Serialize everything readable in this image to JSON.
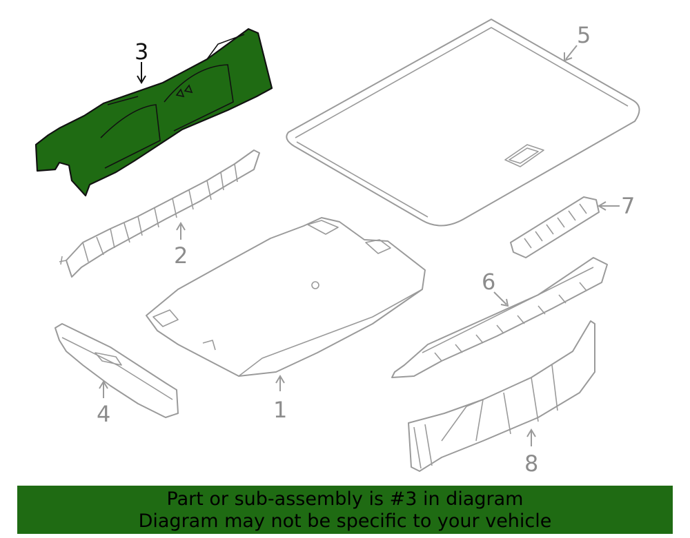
{
  "diagram": {
    "callouts": [
      {
        "id": "1",
        "label": "1",
        "highlighted": false
      },
      {
        "id": "2",
        "label": "2",
        "highlighted": false
      },
      {
        "id": "3",
        "label": "3",
        "highlighted": true
      },
      {
        "id": "4",
        "label": "4",
        "highlighted": false
      },
      {
        "id": "5",
        "label": "5",
        "highlighted": false
      },
      {
        "id": "6",
        "label": "6",
        "highlighted": false
      },
      {
        "id": "7",
        "label": "7",
        "highlighted": false
      },
      {
        "id": "8",
        "label": "8",
        "highlighted": false
      }
    ],
    "colors": {
      "highlight_fill": "#1f6b13",
      "line_gray": "#9a9a9a",
      "banner_bg": "#1f6b13"
    }
  },
  "banner": {
    "line1": "Part or sub-assembly is #3 in diagram",
    "line2": "Diagram may not be specific to your vehicle"
  }
}
